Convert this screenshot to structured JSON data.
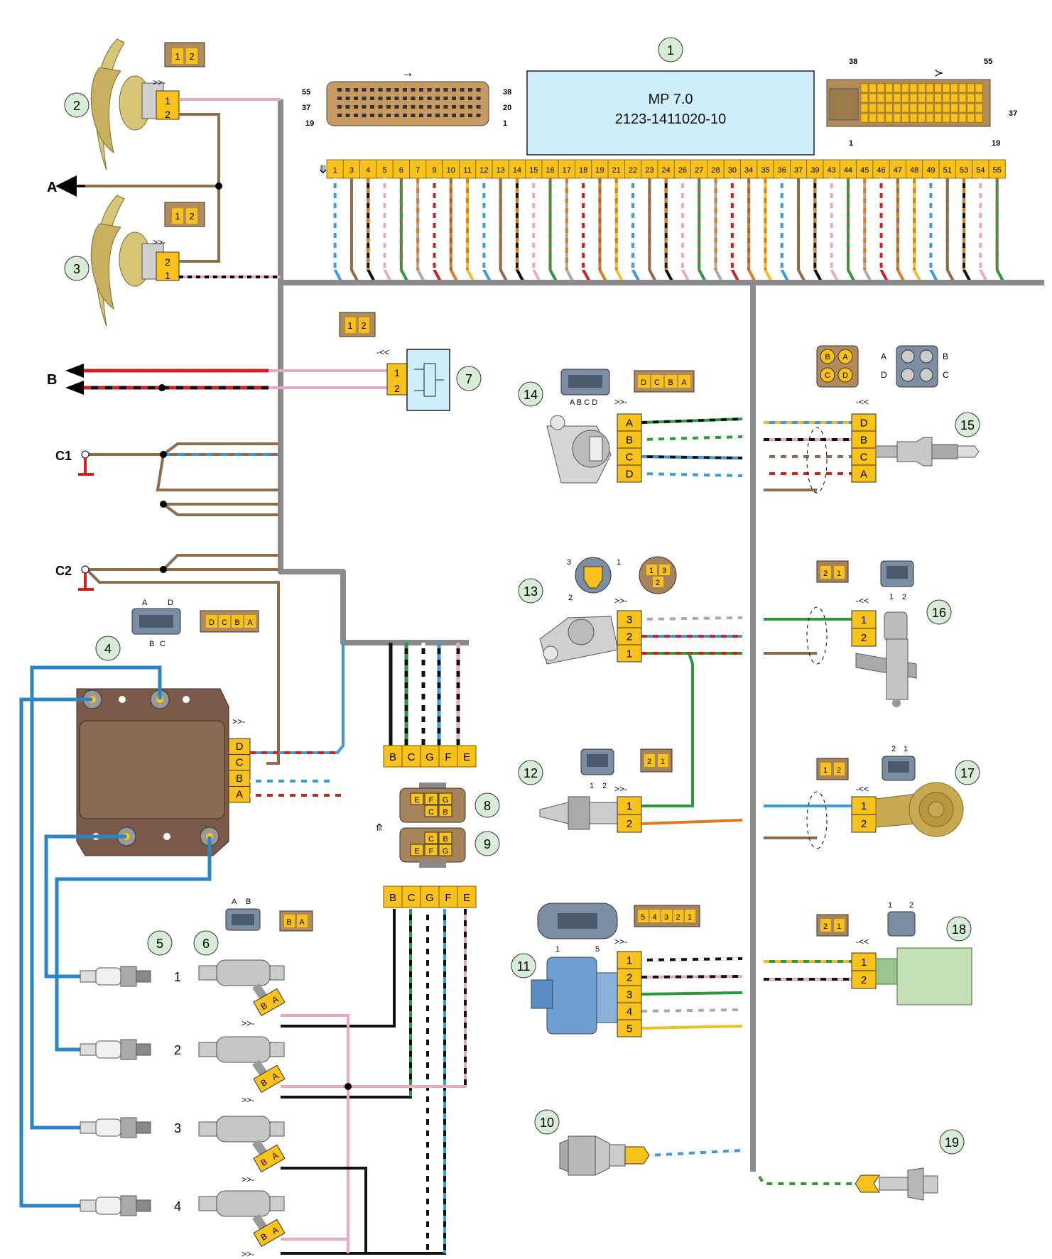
{
  "ecu": {
    "callout": "1",
    "title": "MP 7.0",
    "part_number": "2123-1411020-10"
  },
  "ecu_pins": [
    "1",
    "3",
    "4",
    "5",
    "6",
    "7",
    "9",
    "10",
    "11",
    "12",
    "13",
    "14",
    "15",
    "16",
    "17",
    "18",
    "19",
    "21",
    "22",
    "23",
    "24",
    "26",
    "27",
    "28",
    "30",
    "34",
    "35",
    "36",
    "37",
    "39",
    "43",
    "44",
    "45",
    "46",
    "47",
    "48",
    "49",
    "51",
    "53",
    "54",
    "55"
  ],
  "ecu_connector_face": {
    "top_left": "55",
    "top_right": "38",
    "mid_left": "37",
    "mid_right": "20",
    "bot_left": "19",
    "bot_right": "1"
  },
  "ecu_connector_side": {
    "top_left": "38",
    "top_right": "55",
    "right": "37",
    "bot_left": "1",
    "bot_right": "19"
  },
  "left_labels": {
    "a": "A",
    "b": "B",
    "c1": "C1",
    "c2": "C2"
  },
  "callouts": {
    "fan1": "2",
    "fan2": "3",
    "module": "4",
    "plugs": "5",
    "injectors": "6",
    "relay": "7",
    "conn8": "8",
    "conn9": "9",
    "coolant": "10",
    "maf": "11",
    "speed": "12",
    "tps": "13",
    "iac": "14",
    "o2": "15",
    "crank": "16",
    "knock": "17",
    "canister": "18",
    "temp2": "19"
  },
  "pin_sets": {
    "two": [
      "1",
      "2"
    ],
    "two_rev": [
      "2",
      "1"
    ],
    "abcd": [
      "A",
      "B",
      "C",
      "D"
    ],
    "dcba": [
      "D",
      "C",
      "B",
      "A"
    ],
    "o2": [
      "D",
      "B",
      "C",
      "A"
    ],
    "tps": [
      "3",
      "2",
      "1"
    ],
    "maf": [
      "1",
      "2",
      "3",
      "4",
      "5"
    ],
    "maf_plug": [
      "5",
      "4",
      "3",
      "2",
      "1"
    ],
    "ba": [
      "B",
      "A"
    ],
    "bcgfe": [
      "B",
      "C",
      "G",
      "F",
      "E"
    ]
  },
  "connector_faces": {
    "c8_top": [
      "E",
      "F",
      "G"
    ],
    "c8_bot": [
      "C",
      "B"
    ],
    "c9_top": [
      "C",
      "B"
    ],
    "c9_bot": [
      "E",
      "F",
      "G"
    ],
    "o2_socket_top": [
      "B",
      "A"
    ],
    "o2_socket_bot": [
      "C",
      "D"
    ],
    "o2_plug": [
      "A",
      "B",
      "D",
      "C"
    ],
    "tps_face": [
      "3",
      "1",
      "2"
    ],
    "tps_plug_top": [
      "1",
      "3"
    ],
    "tps_plug_bot": [
      "2"
    ],
    "module_face_top": [
      "A",
      "D"
    ],
    "module_face_bot": [
      "B",
      "C"
    ],
    "knock_plug": [
      "2",
      "1"
    ],
    "maf_face": [
      "1",
      "5"
    ],
    "canister_plug": [
      "1",
      "2"
    ],
    "injector_plug": [
      "A",
      "B"
    ],
    "relay_plug": [
      "1",
      "2"
    ]
  },
  "cylinders": [
    "1",
    "2",
    "3",
    "4"
  ],
  "arrow_glyphs": {
    "male": ">>-",
    "female": "-<<",
    "down": "↓",
    "up": "↑"
  },
  "colors": {
    "connector": "#f8c21a",
    "connector_dark": "#b07a10",
    "ecu_box": "#cfeefb",
    "harness": "#8a8a8a",
    "callout": "#d8edd8",
    "brown_plug": "#a7835a",
    "gray_plug": "#7c8ea3"
  }
}
